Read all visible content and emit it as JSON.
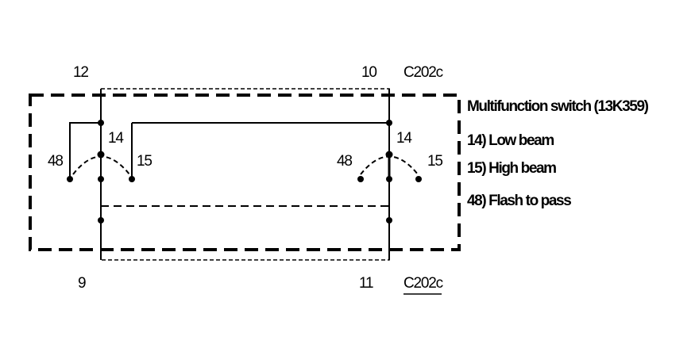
{
  "component": {
    "title": "Multifunction switch (13K359)",
    "legend": [
      "14) Low beam",
      "15) High beam",
      "48) Flash to pass"
    ]
  },
  "connectors": {
    "top": {
      "name": "C202c",
      "pins": [
        "12",
        "10"
      ]
    },
    "bottom": {
      "name": "C202c",
      "pins": [
        "9",
        "11"
      ]
    }
  },
  "switches": {
    "left": {
      "pins": [
        "48",
        "14",
        "15"
      ]
    },
    "right": {
      "pins": [
        "48",
        "14",
        "15"
      ]
    }
  }
}
